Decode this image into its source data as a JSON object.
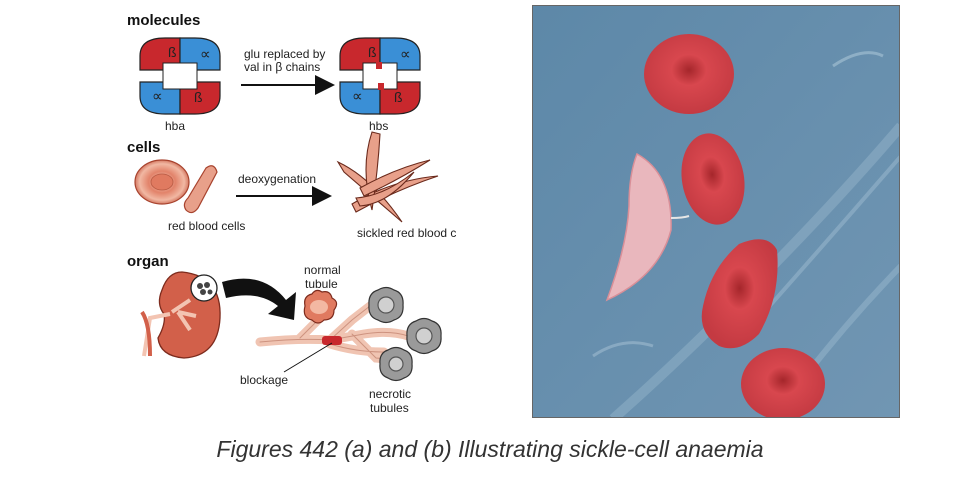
{
  "sections": {
    "molecules": "molecules",
    "cells": "cells",
    "organ": "organ"
  },
  "molecules": {
    "subunit_beta": "ß",
    "subunit_alpha": "∝",
    "arrow_text_line1": "glu replaced by",
    "arrow_text_line2": "val in β chains",
    "left_label": "hba",
    "right_label": "hbs"
  },
  "cells": {
    "arrow_text": "deoxygenation",
    "left_label": "red blood cells",
    "right_label": "sickled  red blood c"
  },
  "organ": {
    "normal_line1": "normal",
    "normal_line2": "tubule",
    "blockage": "blockage",
    "necrotic_line1": "necrotic",
    "necrotic_line2": "tubules"
  },
  "caption": "Figures 442 (a) and (b) Illustrating sickle-cell anaemia",
  "colors": {
    "beta_red": "#c8282d",
    "alpha_blue": "#3a8fd6",
    "cell_pink": "#e8a08a",
    "photo_bg": "#6a8fab",
    "photo_cell": "#c9444a"
  }
}
